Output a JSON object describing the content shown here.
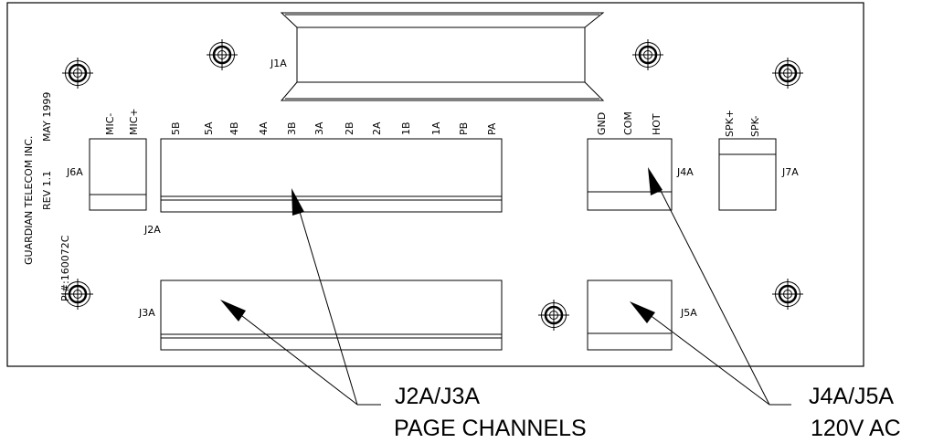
{
  "board_info": {
    "company": "GUARDIAN TELECOM INC.",
    "revision": "REV 1.1",
    "date": "MAY 1999",
    "part_number": "PJ#:160072C"
  },
  "connectors": {
    "j1a": "J1A",
    "j2a": "J2A",
    "j3a": "J3A",
    "j4a": "J4A",
    "j5a": "J5A",
    "j6a": "J6A",
    "j7a": "J7A"
  },
  "pins": {
    "mic": [
      "MIC-",
      "MIC+"
    ],
    "page": [
      "5B",
      "5A",
      "4B",
      "4A",
      "3B",
      "3A",
      "2B",
      "2A",
      "1B",
      "1A",
      "PB",
      "PA"
    ],
    "power": [
      "GND",
      "COM",
      "HOT"
    ],
    "speaker": [
      "SPK+",
      "SPK-"
    ]
  },
  "callouts": {
    "page_title": "J2A/J3A",
    "page_subtitle": "PAGE CHANNELS",
    "power_title": "J4A/J5A",
    "power_subtitle": "120V AC"
  },
  "colors": {
    "ink": "#000000",
    "background": "#ffffff"
  }
}
